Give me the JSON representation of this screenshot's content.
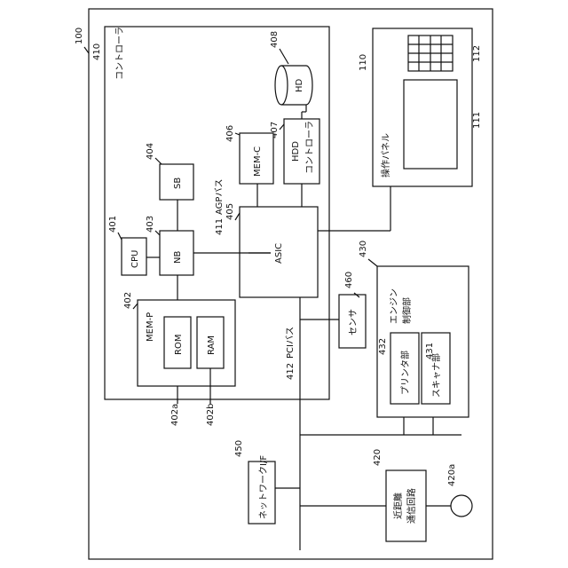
{
  "refs": {
    "device": "100",
    "controller": "410",
    "panel": "110",
    "panel_keys": "112",
    "panel_display": "111",
    "hd": "408",
    "hdd_ctrl": "407",
    "memc": "406",
    "sb": "404",
    "cpu": "401",
    "nb": "403",
    "asic": "405",
    "agp": "411",
    "memp": "402",
    "rom": "402a",
    "ram": "402b",
    "pci": "412",
    "sensor": "460",
    "engine": "430",
    "printer": "432",
    "scanner": "431",
    "netif": "450",
    "nfc": "420",
    "antenna": "420a"
  },
  "labels": {
    "controller": "コントローラ",
    "panel": "操作パネル",
    "hd": "HD",
    "hdd_ctrl_1": "HDD",
    "hdd_ctrl_2": "コントローラ",
    "memc": "MEM-C",
    "sb": "SB",
    "cpu": "CPU",
    "nb": "NB",
    "asic": "ASIC",
    "agp": "AGPバス",
    "memp": "MEM-P",
    "rom": "ROM",
    "ram": "RAM",
    "pci": "PCIバス",
    "sensor": "センサ",
    "engine_1": "エンジン",
    "engine_2": "制御部",
    "printer": "プリンタ部",
    "scanner": "スキャナ部",
    "netif": "ネットワークI/F",
    "nfc_1": "近距離",
    "nfc_2": "通信回路"
  }
}
